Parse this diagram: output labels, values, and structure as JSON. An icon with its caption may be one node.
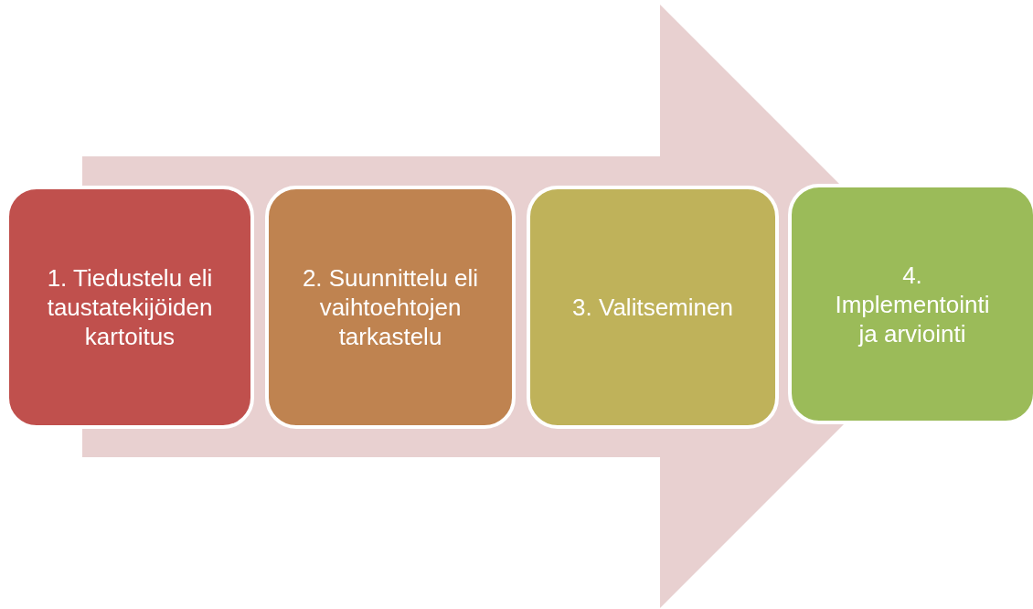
{
  "diagram": {
    "nodes": [
      {
        "text": [
          "1. Tiedustelu eli taustatekijöiden kartoitus"
        ]
      },
      {
        "text": [
          "2. Suunnittelu eli vaihtoehtojen tarkastelu"
        ]
      },
      {
        "text": [
          "3. Valitseminen"
        ]
      },
      {
        "text": [
          "4. Implementointi ja arviointi"
        ]
      }
    ],
    "edges": [
      {
        "from": 0,
        "to": 3,
        "arrow": "to"
      }
    ]
  }
}
